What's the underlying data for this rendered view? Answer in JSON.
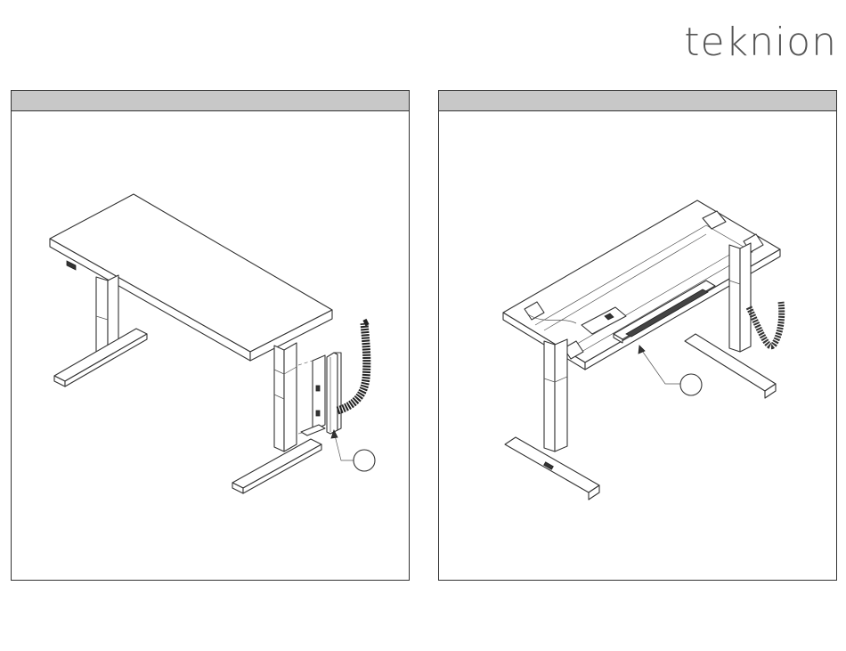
{
  "brand": {
    "logo_text": "teknion"
  },
  "panels": [
    {
      "header": "",
      "figure": "standing-desk-with-cable-spine",
      "callout_label": ""
    },
    {
      "header": "",
      "figure": "desk-underside-with-cable-tray",
      "callout_label": ""
    }
  ],
  "colors": {
    "header_bg": "#c8c8c8",
    "line": "#333333",
    "logo": "#555555"
  }
}
